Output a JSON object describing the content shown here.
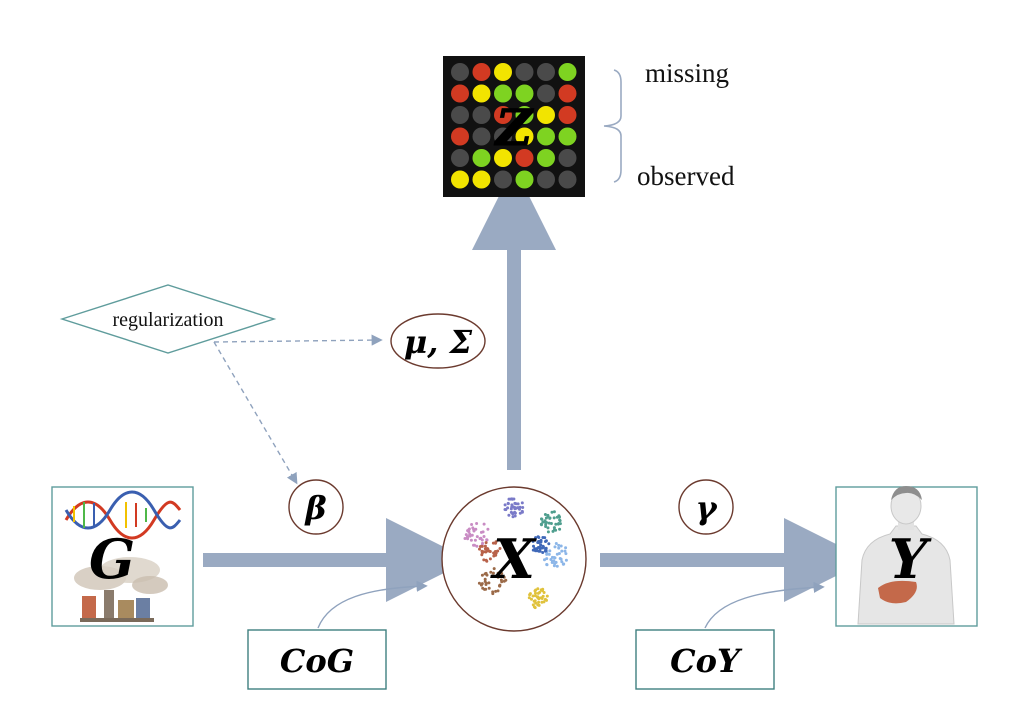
{
  "nodes": {
    "z": {
      "label": "Z"
    },
    "x": {
      "label": "X"
    },
    "g": {
      "label": "G"
    },
    "y": {
      "label": "Y"
    },
    "mu_sigma": {
      "label": "μ, Σ"
    },
    "beta": {
      "label": "β"
    },
    "gamma": {
      "label": "γ"
    },
    "cog": {
      "label": "CoG"
    },
    "coy": {
      "label": "CoY"
    },
    "regularization": {
      "label": "regularization"
    }
  },
  "brace": {
    "top_label": "missing",
    "bottom_label": "observed"
  },
  "matrix": {
    "rows": [
      [
        "gray",
        "red",
        "yellow",
        "gray",
        "gray",
        "green"
      ],
      [
        "red",
        "yellow",
        "green",
        "green",
        "gray",
        "red"
      ],
      [
        "gray",
        "gray",
        "red",
        "green",
        "yellow",
        "red"
      ],
      [
        "red",
        "gray",
        "gray",
        "yellow",
        "green",
        "green"
      ],
      [
        "gray",
        "green",
        "yellow",
        "red",
        "green",
        "gray"
      ],
      [
        "yellow",
        "yellow",
        "gray",
        "green",
        "gray",
        "gray"
      ]
    ]
  },
  "colors": {
    "arrow": "#9aaac2",
    "dashed": "#8fa2bd",
    "node_border": "#6b3a2e",
    "box_border": "#5f9c9c",
    "matrix_bg": "#111111",
    "dot_red": "#d23a22",
    "dot_green": "#7ed321",
    "dot_yellow": "#f2e400",
    "dot_gray": "#4a4a4a"
  }
}
